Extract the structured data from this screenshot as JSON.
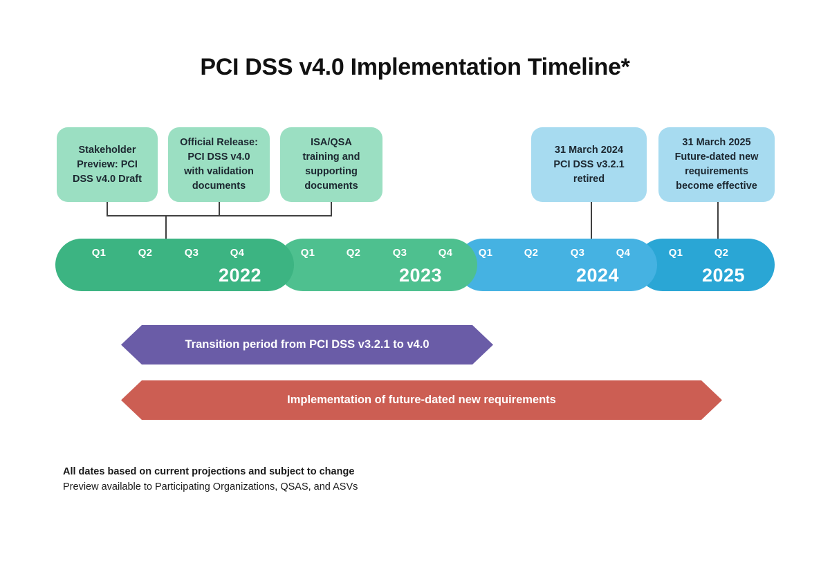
{
  "title": "PCI DSS v4.0 Implementation Timeline*",
  "colors": {
    "background": "#ffffff",
    "title_text": "#111111",
    "green_callout_bg": "#9bdfc2",
    "blue_callout_bg": "#a7dbf0",
    "callout_text": "#1c2730",
    "connector_line": "#404040",
    "segment_2022": "#3cb482",
    "segment_2023": "#4ec08f",
    "segment_2024": "#45b2e2",
    "segment_2025": "#2aa6d5",
    "timeline_text": "#ffffff",
    "transition_arrow": "#6a5ca7",
    "implementation_arrow": "#cc5e53",
    "arrow_text": "#ffffff"
  },
  "callouts": {
    "green": [
      {
        "text": "Stakeholder\nPreview: PCI\nDSS v4.0 Draft"
      },
      {
        "text": "Official Release:\nPCI DSS v4.0\nwith validation\ndocuments"
      },
      {
        "text": "ISA/QSA\ntraining and\nsupporting\ndocuments"
      }
    ],
    "blue": [
      {
        "text": "31 March 2024\nPCI DSS v3.2.1\nretired"
      },
      {
        "text": "31 March 2025\nFuture-dated new\nrequirements\nbecome effective"
      }
    ]
  },
  "timeline": {
    "segments": [
      {
        "year": "2022",
        "quarters": [
          "Q1",
          "Q2",
          "Q3",
          "Q4"
        ],
        "color": "#3cb482"
      },
      {
        "year": "2023",
        "quarters": [
          "Q1",
          "Q2",
          "Q3",
          "Q4"
        ],
        "color": "#4ec08f"
      },
      {
        "year": "2024",
        "quarters": [
          "Q1",
          "Q2",
          "Q3",
          "Q4"
        ],
        "color": "#45b2e2"
      },
      {
        "year": "2025",
        "quarters": [
          "Q1",
          "Q2"
        ],
        "color": "#2aa6d5"
      }
    ]
  },
  "arrows": {
    "transition": {
      "label": "Transition period from PCI DSS v3.2.1 to v4.0",
      "color": "#6a5ca7"
    },
    "implementation": {
      "label": "Implementation of future-dated new requirements",
      "color": "#cc5e53"
    }
  },
  "footnotes": {
    "line1": "All dates based on current projections and subject to change",
    "line2": "Preview available to Participating Organizations, QSAS, and ASVs"
  }
}
